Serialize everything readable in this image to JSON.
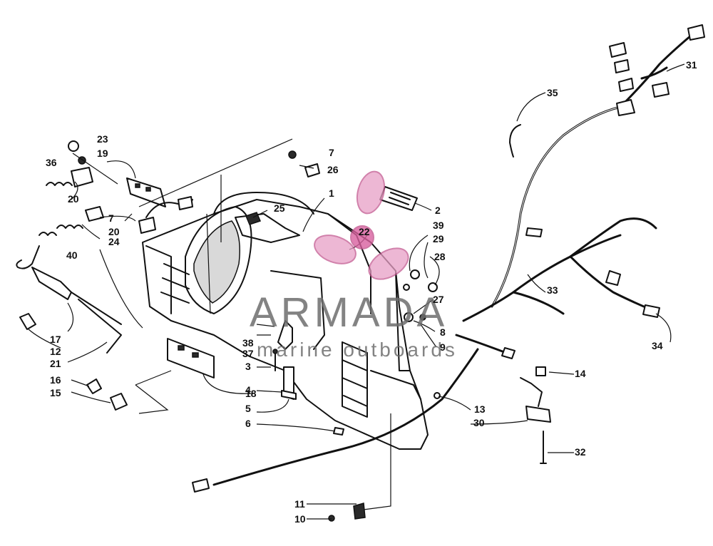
{
  "watermark": {
    "brand": "ARMADA",
    "tagline": "marine outboards",
    "logo_icon": "propeller-logo-icon",
    "logo_color": "#e8a0c6"
  },
  "callouts": {
    "c1": "1",
    "c2": "2",
    "c3": "3",
    "c4": "4",
    "c5": "5",
    "c6": "6",
    "c7a": "7",
    "c7b": "7",
    "c8": "8",
    "c9": "9",
    "c10": "10",
    "c11": "11",
    "c12": "12",
    "c13": "13",
    "c14": "14",
    "c15": "15",
    "c16": "16",
    "c17": "17",
    "c18": "18",
    "c19": "19",
    "c20a": "20",
    "c20b": "20",
    "c21": "21",
    "c22": "22",
    "c23": "23",
    "c24": "24",
    "c25": "25",
    "c26": "26",
    "c27": "27",
    "c28": "28",
    "c29": "29",
    "c30": "30",
    "c31": "31",
    "c32": "32",
    "c33": "33",
    "c34": "34",
    "c35": "35",
    "c36": "36",
    "c37": "37",
    "c38": "38",
    "c39": "39",
    "c40": "40"
  }
}
